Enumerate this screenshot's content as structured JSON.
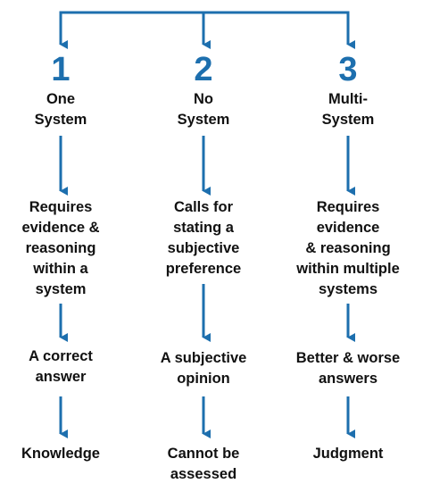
{
  "colors": {
    "accent": "#1d6fae",
    "text": "#111111"
  },
  "columns": [
    {
      "number": "1",
      "heading": [
        "One",
        "System"
      ],
      "criteria": [
        "Requires",
        "evidence &",
        "reasoning",
        "within a",
        "system"
      ],
      "outcome": [
        "A correct",
        "answer"
      ],
      "result": [
        "Knowledge"
      ]
    },
    {
      "number": "2",
      "heading": [
        "No",
        "System"
      ],
      "criteria": [
        "Calls for",
        "stating a",
        "subjective",
        "preference"
      ],
      "outcome": [
        "A subjective",
        "opinion"
      ],
      "result": [
        "Cannot be",
        "assessed"
      ]
    },
    {
      "number": "3",
      "heading": [
        "Multi-",
        "System"
      ],
      "criteria": [
        "Requires",
        "evidence",
        "& reasoning",
        "within multiple",
        "systems"
      ],
      "outcome": [
        "Better & worse",
        "answers"
      ],
      "result": [
        "Judgment"
      ]
    }
  ]
}
